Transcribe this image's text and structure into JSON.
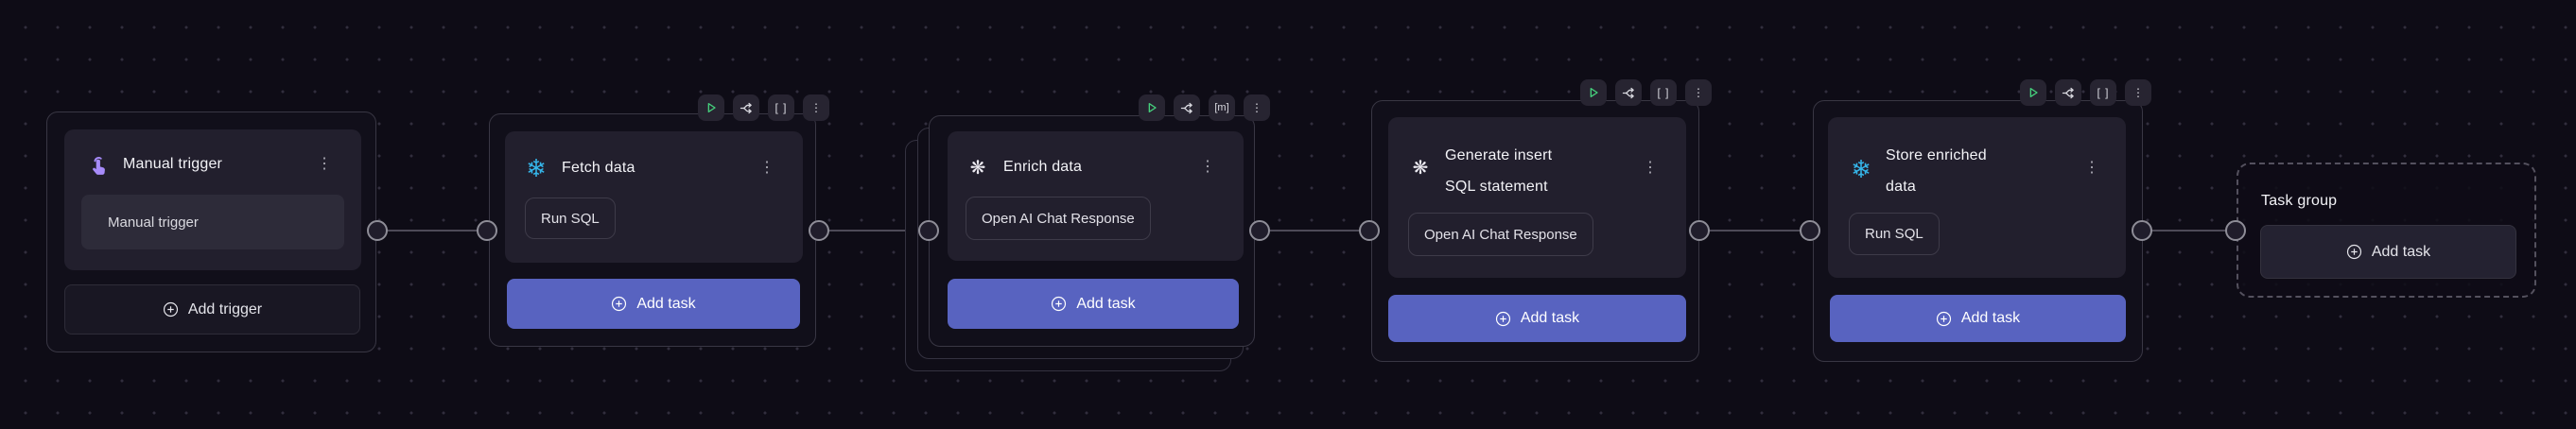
{
  "nodes": [
    {
      "id": "manual-trigger",
      "title": "Manual trigger",
      "item": "Manual trigger",
      "button": "Add trigger"
    },
    {
      "id": "fetch-data",
      "title": "Fetch data",
      "tag": "Run SQL",
      "button": "Add task"
    },
    {
      "id": "enrich-data",
      "title": "Enrich data",
      "tag": "Open AI Chat Response",
      "button": "Add task"
    },
    {
      "id": "generate-insert-sql",
      "title_line1": "Generate insert",
      "title_line2": "SQL statement",
      "tag": "Open AI Chat Response",
      "button": "Add task"
    },
    {
      "id": "store-enriched-data",
      "title_line1": "Store enriched",
      "title_line2": "data",
      "tag": "Run SQL",
      "button": "Add task"
    },
    {
      "id": "task-group",
      "title": "Task group",
      "button": "Add task"
    }
  ],
  "icons": {
    "kebab": "⋮",
    "brackets": "[ ]",
    "map_brackets": "[m]",
    "snowflake": "❄",
    "openai": "❋"
  },
  "colors": {
    "accent_blue": "#5863c0",
    "play_green": "#45d07c",
    "snowflake_blue": "#35b5e9",
    "trigger_purple": "#a78bfa",
    "canvas_bg": "#0e0c16"
  }
}
